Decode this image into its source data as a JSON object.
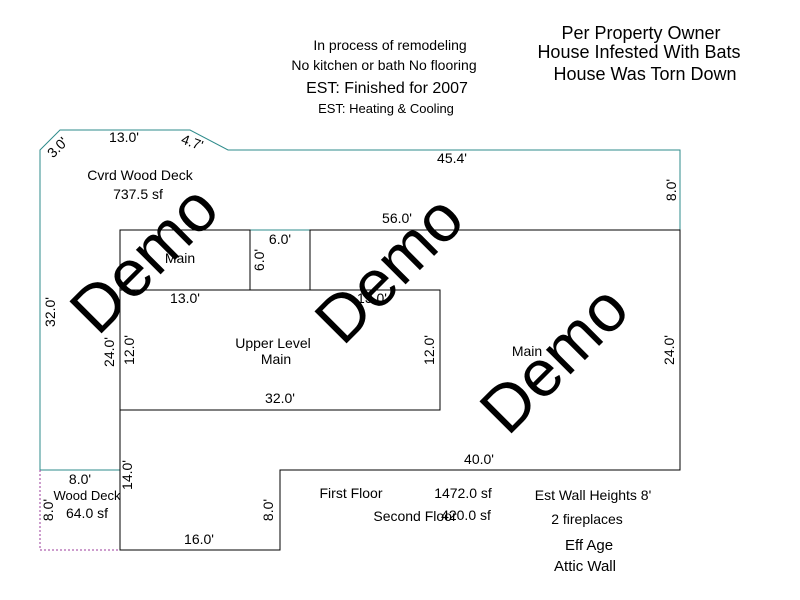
{
  "notes": {
    "remodel_1": "In process of remodeling",
    "remodel_2": "No kitchen or bath   No flooring",
    "est_finished": "EST: Finished for 2007",
    "est_heating": "EST: Heating & Cooling",
    "owner_1": "Per Property Owner",
    "owner_2": "House Infested With Bats",
    "owner_3": "House Was Torn Down"
  },
  "dimensions": {
    "deck_top_left": "3.0'",
    "deck_top": "13.0'",
    "deck_top_angle": "4.7'",
    "deck_top_right": "45.4'",
    "deck_right": "8.0'",
    "deck_left": "32.0'",
    "main_top": "56.0'",
    "notch_top": "6.0'",
    "notch_side": "6.0'",
    "upper_top_left": "13.0'",
    "upper_top_right": "13.0'",
    "upper_left": "12.0'",
    "upper_right": "12.0'",
    "upper_bottom": "32.0'",
    "main_left": "24.0'",
    "main_right": "24.0'",
    "bottom_right_step": "40.0'",
    "lower_left": "14.0'",
    "lower_right": "8.0'",
    "lower_bottom": "16.0'",
    "small_deck_top": "8.0'",
    "small_deck_left": "8.0'"
  },
  "areas": {
    "cvrd_deck_label": "Cvrd Wood Deck",
    "cvrd_deck_sf": "737.5 sf",
    "main_label": "Main",
    "main_label_2": "Main",
    "upper_level_label": "Upper Level",
    "upper_main_label": "Main",
    "wood_deck_label": "Wood Deck",
    "wood_deck_sf": "64.0 sf"
  },
  "summary": {
    "first_floor_label": "First Floor",
    "first_floor_sf": "1472.0 sf",
    "second_floor_label": "Second Floor",
    "second_floor_sf": "420.0 sf",
    "wall_heights": "Est Wall Heights 8'",
    "fireplaces": "2 fireplaces",
    "eff_age": "Eff Age",
    "attic_wall": "Attic Wall"
  },
  "watermarks": [
    "Demo",
    "Demo",
    "Demo"
  ],
  "colors": {
    "deck_outline": "#2e8b8b",
    "building_outline": "#000000",
    "small_deck_outline": "#9b3b9b"
  }
}
